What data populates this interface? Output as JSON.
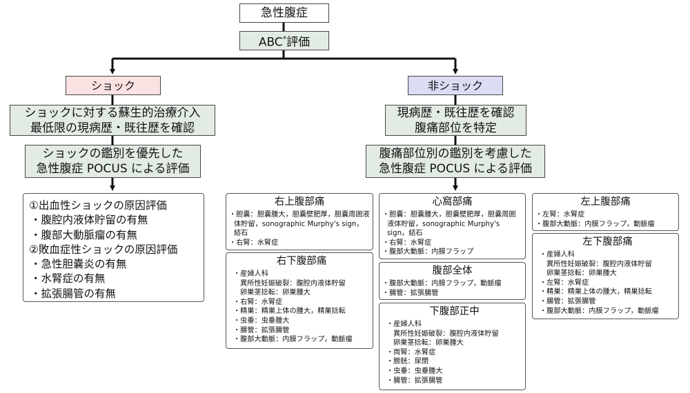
{
  "top": {
    "title": "急性腹症",
    "abc_main": "ABC",
    "abc_star": "*",
    "abc_tail": "評価"
  },
  "shock": {
    "label": "ショック",
    "step1": [
      "ショックに対する蘇生的治療介入",
      "最低限の現病歴・既往歴を確認"
    ],
    "step2": [
      "ショックの鑑別を優先した",
      "急性腹症 POCUS による評価"
    ],
    "list": [
      "①出血性ショックの原因評価",
      "・腹腔内液体貯留の有無",
      "・腹部大動脈瘤の有無",
      "②敗血症性ショックの原因評価",
      "・急性胆嚢炎の有無",
      "・水腎症の有無",
      "・拡張腸管の有無"
    ]
  },
  "nonshock": {
    "label": "非ショック",
    "step1": [
      "現病歴・既往歴を確認",
      "腹痛部位を特定"
    ],
    "step2": [
      "腹痛部位別の鑑別を考慮した",
      "急性腹症 POCUS による評価"
    ]
  },
  "regions": {
    "ruq": {
      "title": "右上腹部痛",
      "lines": [
        "・胆嚢：胆嚢腫大，胆嚢壁肥厚，胆嚢周囲液体貯留，sonographic Murphy's sign，結石",
        "・右腎：水腎症"
      ]
    },
    "rlq": {
      "title": "右下腹部痛",
      "lines": [
        "・産婦人科",
        "異所性妊娠破裂：腹腔内液体貯留",
        "卵巣茎捻転：卵巣腫大",
        "・右腎：水腎症",
        "・精巣：精巣上体の腫大，精巣捻転",
        "・虫垂：虫垂腫大",
        "・腸管：拡張腸管",
        "・腹部大動脈：内膜フラップ，動脈瘤"
      ]
    },
    "epi": {
      "title": "心窩部痛",
      "lines": [
        "・胆嚢：胆嚢腫大，胆嚢壁肥厚，胆嚢周囲液体貯留，sonographic Murphy's sign，結石",
        "・右腎：水腎症",
        "・腹部大動脈：内膜フラップ"
      ]
    },
    "whole": {
      "title": "腹部全体",
      "lines": [
        "・腹部大動脈：内膜フラップ，動脈瘤",
        "・腸管：拡張腸管"
      ]
    },
    "lower": {
      "title": "下腹部正中",
      "lines": [
        "・産婦人科",
        "異所性妊娠破裂：腹腔内液体貯留",
        "卵巣茎捻転：卵巣腫大",
        "・両腎：水腎症",
        "・膀胱：尿閉",
        "・虫垂：虫垂腫大",
        "・腸管：拡張腸管"
      ]
    },
    "luq": {
      "title": "左上腹部痛",
      "lines": [
        "・左腎：水腎症",
        "・腹部大動脈：内膜フラップ，動脈瘤"
      ]
    },
    "llq": {
      "title": "左下腹部痛",
      "lines": [
        "・産婦人科",
        "異所性妊娠破裂：腹腔内液体貯留",
        "卵巣茎捻転：卵巣腫大",
        "・左腎：水腎症",
        "・精巣：精巣上体の腫大，精巣捻転",
        "・腸管：拡張腸管",
        "・腹部大動脈：内膜フラップ，動脈瘤"
      ]
    }
  }
}
